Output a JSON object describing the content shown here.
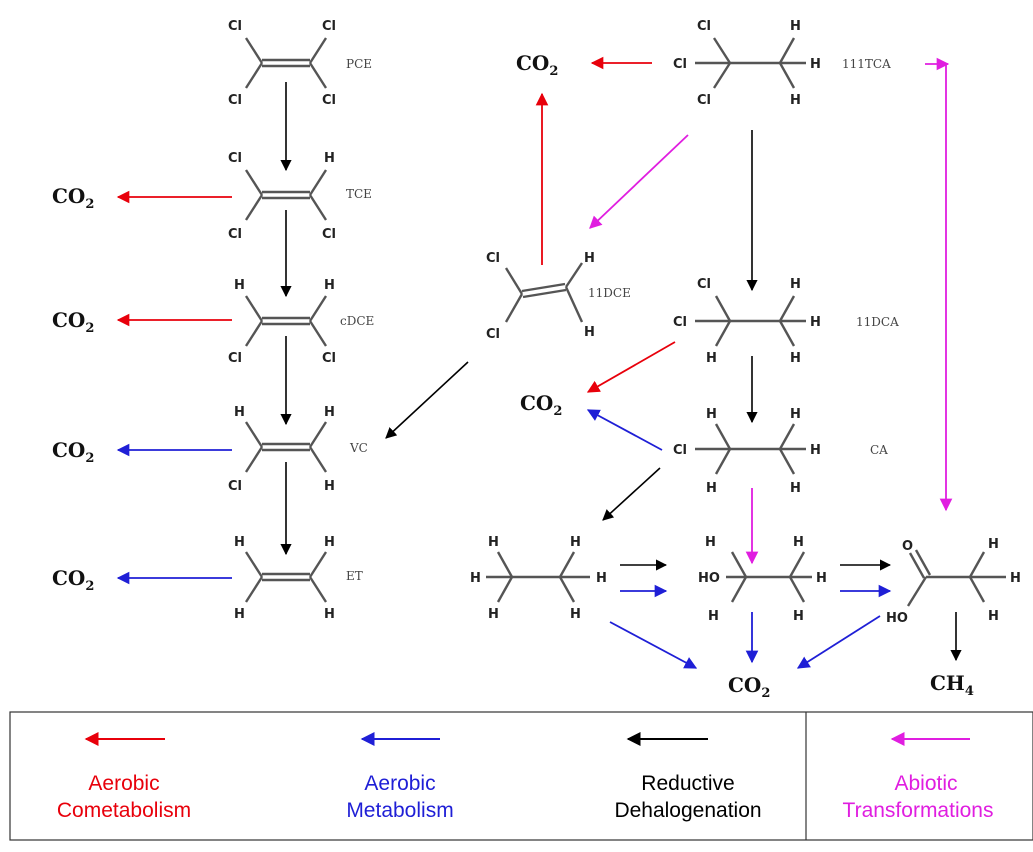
{
  "compounds": {
    "pce": "PCE",
    "tce": "TCE",
    "cdce": "cDCE",
    "vc": "VC",
    "et": "ET",
    "tca111": "111TCA",
    "dce11": "11DCE",
    "dca11": "11DCA",
    "ca": "CA"
  },
  "products": {
    "co2": "CO",
    "co2_sub": "2",
    "ch4": "CH",
    "ch4_sub": "4"
  },
  "atoms": {
    "cl": "Cl",
    "h": "H",
    "ho": "HO",
    "o": "O"
  },
  "legend": {
    "aerobic_cometabolism": {
      "line1": "Aerobic",
      "line2": "Cometabolism",
      "color": "#e8000b"
    },
    "aerobic_metabolism": {
      "line1": "Aerobic",
      "line2": "Metabolism",
      "color": "#1f1fd6"
    },
    "reductive_dehalogenation": {
      "line1": "Reductive",
      "line2": "Dehalogenation",
      "color": "#000000"
    },
    "abiotic_transformations": {
      "line1": "Abiotic",
      "line2": "Transformations",
      "color": "#e01ee0"
    }
  }
}
